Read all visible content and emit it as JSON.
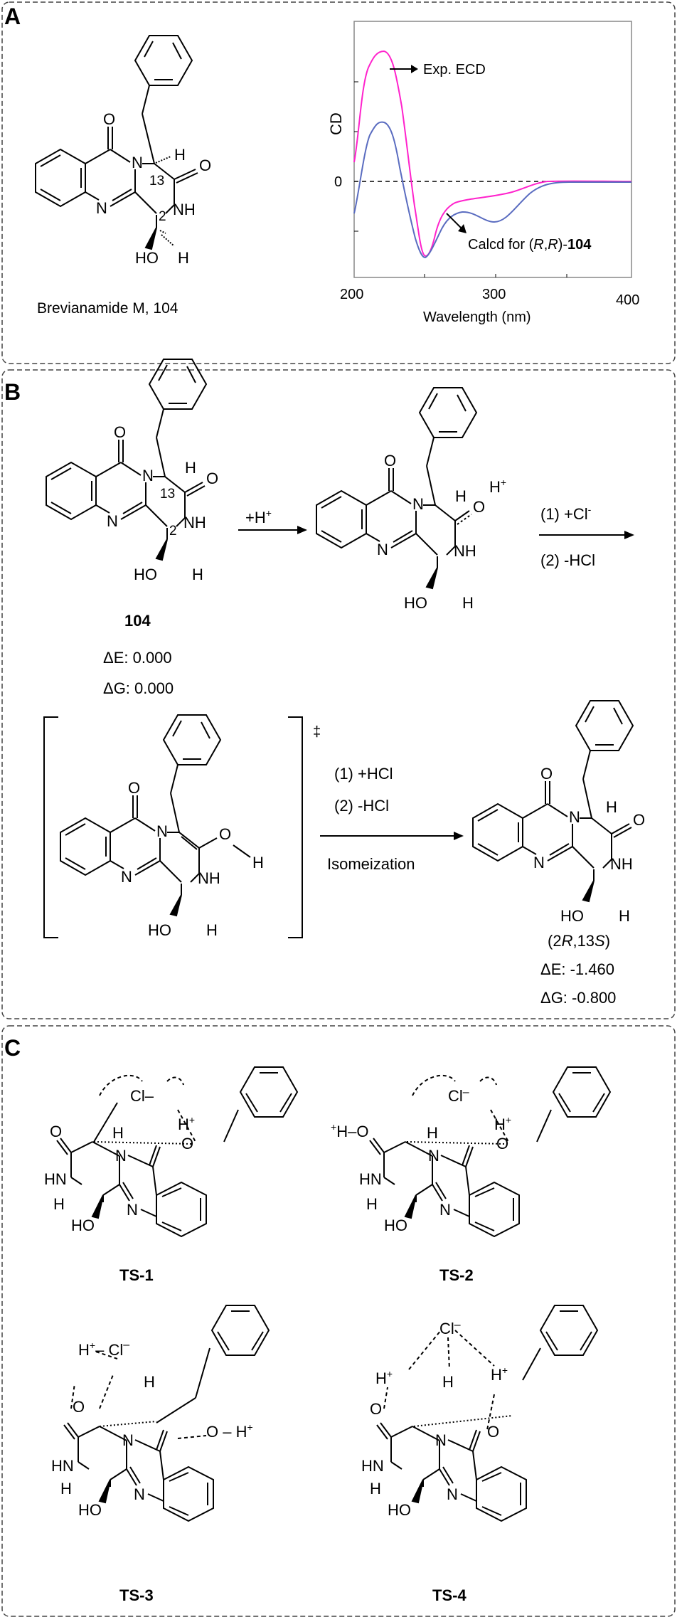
{
  "panel_a": {
    "letter": "A",
    "compound_caption": "Brevianamide M, 104",
    "atoms": {
      "O": "O",
      "N": "N",
      "NH": "NH",
      "H": "H",
      "HO": "HO"
    },
    "locants": {
      "c13": "13",
      "c2": "2"
    },
    "spectrum": {
      "ylabel": "CD",
      "zero_tick": "0",
      "xlabel": "Wavelength (nm)",
      "xticks": [
        "200",
        "300",
        "400"
      ],
      "exp_label": "Exp. ECD",
      "calc_label_prefix": "Calcd for (",
      "calc_label_r1": "R",
      "calc_label_comma": ",",
      "calc_label_r2": "R",
      "calc_label_mid": ")-",
      "calc_label_num": "104",
      "colors": {
        "exp": "#ff22cc",
        "calc": "#5a6cc0",
        "calc_dark": "#2a3a88"
      }
    }
  },
  "panel_b": {
    "letter": "B",
    "compound_label": "104",
    "de_label": "ΔE: 0.000",
    "dg_label": "ΔG: 0.000",
    "arrow1": {
      "label": "+H",
      "sup": "+"
    },
    "cation": {
      "h_plus": "H",
      "h_plus_sup": "+"
    },
    "arrow2": {
      "step1": "(1)  +Cl",
      "step1_sup": "-",
      "step2": "(2) -HCl"
    },
    "ts_dagger": "‡",
    "arrow3": {
      "step1": "(1) +HCl",
      "step2": "(2) -HCl",
      "step3": "Isomeization"
    },
    "product": {
      "label_open": "(2",
      "label_r": "R",
      "label_mid": ",13",
      "label_s": "S",
      "label_close": ")",
      "de_label": "ΔE: -1.460",
      "dg_label": "ΔG: -0.800"
    }
  },
  "panel_c": {
    "letter": "C",
    "ts_labels": [
      "TS-1",
      "TS-2",
      "TS-3",
      "TS-4"
    ],
    "cl": "Cl",
    "cl_sup": "–",
    "h_plus": "H",
    "plus": "+"
  }
}
